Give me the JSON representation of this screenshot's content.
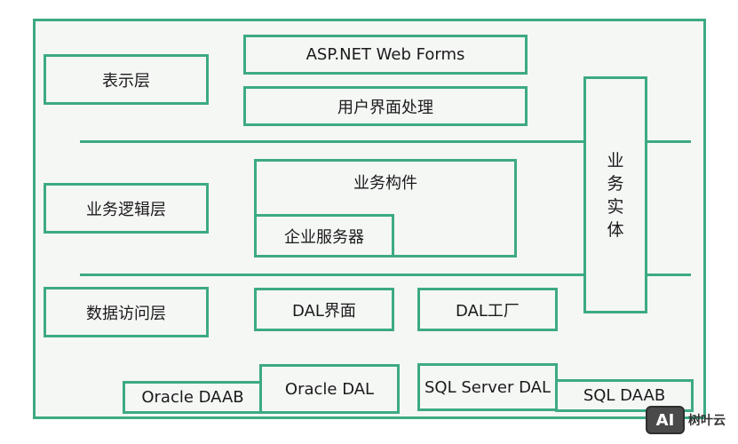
{
  "layers": {
    "presentation": "表示层",
    "business": "业务逻辑层",
    "data_access": "数据访问层"
  },
  "presentation": {
    "web_forms": "ASP.NET Web Forms",
    "ui_processing": "用户界面处理"
  },
  "business": {
    "components": "业务构件",
    "enterprise_services": "企业服务器"
  },
  "business_entity": [
    "业",
    "务",
    "实",
    "体"
  ],
  "data_access": {
    "dal_interface": "DAL界面",
    "dal_factory": "DAL工厂",
    "oracle_daab": "Oracle DAAB",
    "oracle_dal": "Oracle DAL",
    "sql_server_dal": "SQL Server DAL",
    "sql_daab": "SQL DAAB"
  },
  "watermark": {
    "logo": "AI",
    "text": "树叶云"
  },
  "colors": {
    "border": "#3daa82",
    "fill": "#f5f7f5"
  }
}
